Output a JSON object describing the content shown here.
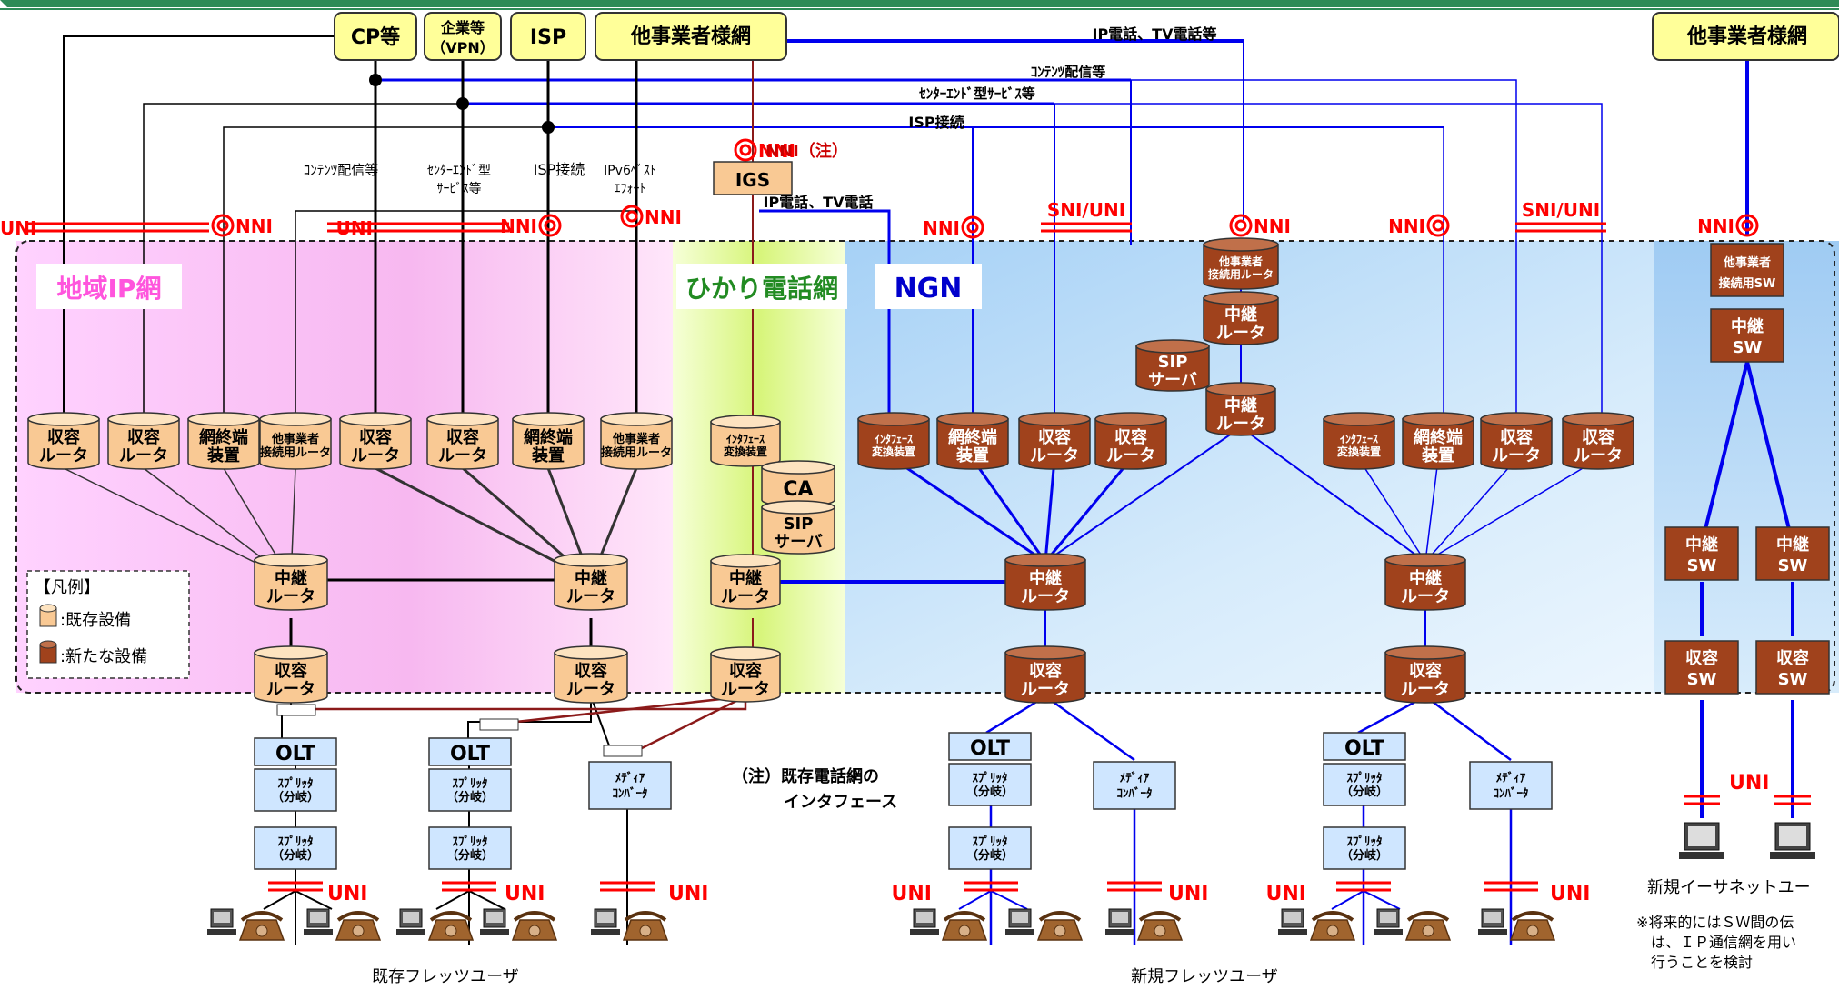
{
  "top_boxes": {
    "cp": "CP等",
    "corp_line1": "企業等",
    "corp_line2": "（VPN）",
    "isp": "ISP",
    "other_carrier": "他事業者様網",
    "other_carrier_right": "他事業者様網"
  },
  "line_labels": {
    "ip_tv": "IP電話、TV電話等",
    "content": "ｺﾝﾃﾝﾂ配信等",
    "center_end": "ｾﾝﾀｰｴﾝﾄﾞ型ｻｰﾋﾞｽ等",
    "isp_conn": "ISP接続",
    "ip_tv_short": "IP電話、TV電話"
  },
  "region_labels": {
    "content_delivery": "ｺﾝﾃﾝﾂ配信等",
    "center_end_1": "ｾﾝﾀｰｴﾝﾄﾞ型",
    "center_end_2": "ｻｰﾋﾞｽ等",
    "isp_conn": "ISP接続",
    "ipv6_1": "IPv6ﾍﾞｽﾄ",
    "ipv6_2": "ｴﾌｫｰﾄ"
  },
  "interfaces": {
    "uni": "UNI",
    "nni": "NNI",
    "sni_uni": "SNI/UNI",
    "nni_note": "NNI（注）",
    "igs": "IGS"
  },
  "networks": {
    "regional_ip": "地域IP網",
    "hikari": "ひかり電話網",
    "ngn": "NGN"
  },
  "devices": {
    "accommodation_1": "収容",
    "accommodation_2": "ルータ",
    "nte_1": "網終端",
    "nte_2": "装置",
    "other_carrier_router_1": "他事業者",
    "other_carrier_router_2": "接続用ルータ",
    "other_carrier_router_full": "他事業者接続用ルータ",
    "relay_1": "中継",
    "relay_2": "ルータ",
    "if_conv_1": "ｲﾝﾀﾌｪｰｽ",
    "if_conv_2": "変換装置",
    "ca": "CA",
    "sip_1": "SIP",
    "sip_2": "サーバ",
    "sw_other_1": "他事業者",
    "sw_other_2": "接続用SW",
    "relay_sw_1": "中継",
    "relay_sw_2": "SW",
    "acc_sw_1": "収容",
    "acc_sw_2": "SW",
    "olt": "OLT",
    "splitter_1": "ｽﾌﾟﾘｯﾀ",
    "splitter_2": "（分岐）",
    "media_1": "ﾒﾃﾞｨｱ",
    "media_2": "ｺﾝﾊﾞｰﾀ"
  },
  "legend": {
    "title": "【凡例】",
    "existing": ":既存設備",
    "new": ":新たな設備"
  },
  "notes": {
    "note_line1": "（注）既存電話網の",
    "note_line2": "インタフェース",
    "existing_users": "既存フレッツユーザ",
    "new_users": "新規フレッツユーザ",
    "ethernet_users": "新規イーサネットユー",
    "future_1": "※将来的にはＳＷ間の伝",
    "future_2": "　は、ＩＰ通信網を用い",
    "future_3": "　行うことを検討"
  },
  "colors": {
    "existing_fill": "#f9c994",
    "new_fill": "#a0421c",
    "blue_line": "#0000ee",
    "dark_red_line": "#8b1a1a",
    "yellow_box": "#ffff99",
    "uni_red": "#ff0000"
  }
}
